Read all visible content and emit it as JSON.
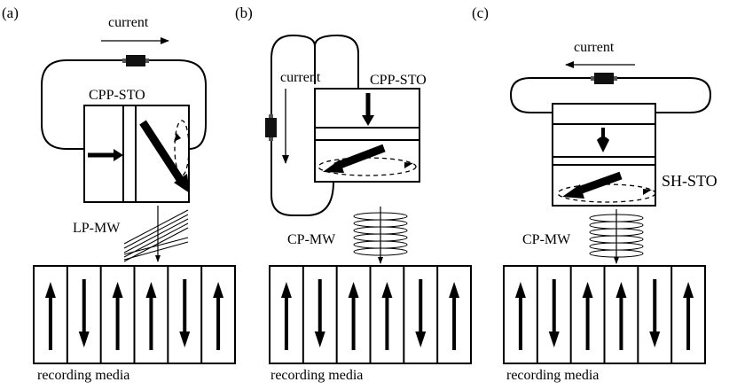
{
  "panels": [
    {
      "label": "(a)",
      "current_label": "current",
      "oscillator_label": "CPP-STO",
      "wave_label": "LP-MW",
      "media_label": "recording media",
      "media_bits": [
        "up",
        "down",
        "up",
        "up",
        "down",
        "up"
      ]
    },
    {
      "label": "(b)",
      "current_label": "current",
      "oscillator_label": "CPP-STO",
      "wave_label": "CP-MW",
      "media_label": "recording media",
      "media_bits": [
        "up",
        "down",
        "up",
        "up",
        "down",
        "up"
      ]
    },
    {
      "label": "(c)",
      "current_label": "current",
      "oscillator_label": "SH-STO",
      "wave_label": "CP-MW",
      "media_label": "recording media",
      "media_bits": [
        "up",
        "down",
        "up",
        "up",
        "down",
        "up"
      ]
    }
  ]
}
